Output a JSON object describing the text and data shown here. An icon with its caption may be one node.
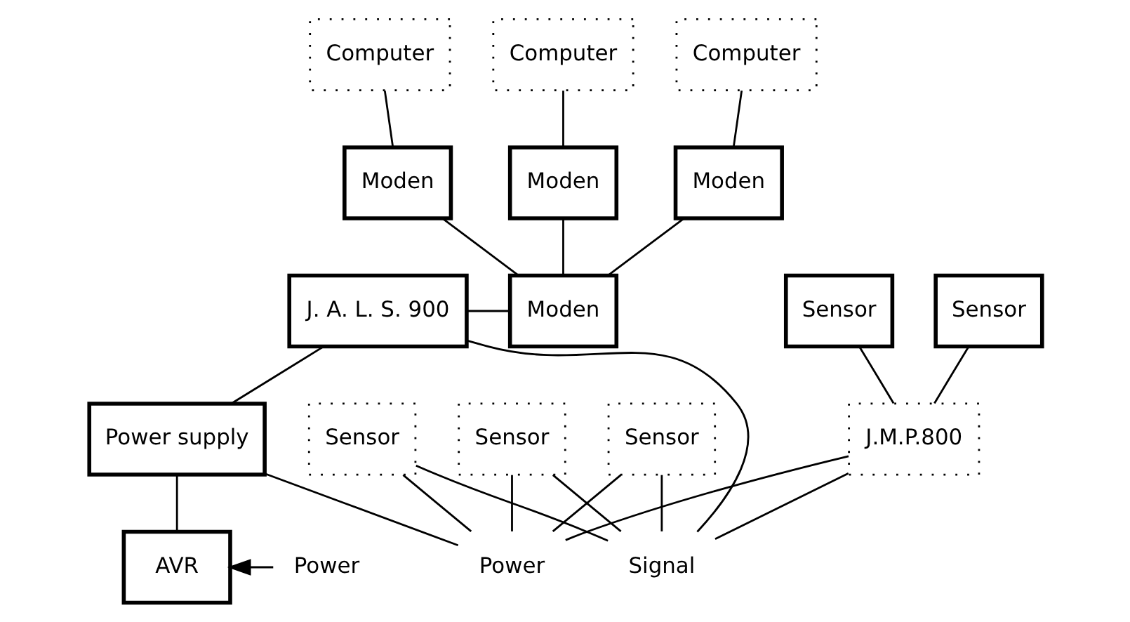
{
  "diagram": {
    "nodes": [
      {
        "text": [
          "Sensor"
        ]
      },
      {
        "text": [
          "Sensor"
        ]
      },
      {
        "text": [
          "Sensor"
        ]
      },
      {
        "text": [
          "Sensor"
        ]
      },
      {
        "text": [
          "Sensor"
        ]
      },
      {
        "text": [
          "J.M.P.800"
        ]
      },
      {
        "text": [
          "Signal"
        ]
      },
      {
        "text": [
          "Power"
        ]
      },
      {
        "text": [
          "Computer"
        ]
      },
      {
        "text": [
          "Moden"
        ]
      },
      {
        "text": [
          "Computer"
        ]
      },
      {
        "text": [
          "Moden"
        ]
      },
      {
        "text": [
          "Computer"
        ]
      },
      {
        "text": [
          "Moden"
        ]
      },
      {
        "text": [
          "Moden"
        ]
      },
      {
        "text": [
          "J. A. L. S. 900"
        ]
      },
      {
        "text": [
          "Power supply"
        ]
      },
      {
        "text": [
          "AVR"
        ]
      },
      {
        "text": [
          "Power"
        ]
      }
    ],
    "edges": [
      {
        "from": 0,
        "to": 5,
        "arrow": "none"
      },
      {
        "from": 1,
        "to": 5,
        "arrow": "none"
      },
      {
        "from": 2,
        "to": 6,
        "arrow": "none"
      },
      {
        "from": 2,
        "to": 7,
        "arrow": "none"
      },
      {
        "from": 3,
        "to": 6,
        "arrow": "none"
      },
      {
        "from": 3,
        "to": 7,
        "arrow": "none"
      },
      {
        "from": 4,
        "to": 6,
        "arrow": "none"
      },
      {
        "from": 4,
        "to": 7,
        "arrow": "none"
      },
      {
        "from": 5,
        "to": 6,
        "arrow": "none"
      },
      {
        "from": 5,
        "to": 7,
        "arrow": "none"
      },
      {
        "from": 8,
        "to": 9,
        "arrow": "none"
      },
      {
        "from": 10,
        "to": 11,
        "arrow": "none"
      },
      {
        "from": 12,
        "to": 13,
        "arrow": "none"
      },
      {
        "from": 9,
        "to": 14,
        "arrow": "none"
      },
      {
        "from": 11,
        "to": 14,
        "arrow": "none"
      },
      {
        "from": 13,
        "to": 14,
        "arrow": "none"
      },
      {
        "from": 14,
        "to": 15,
        "arrow": "none"
      },
      {
        "from": 15,
        "to": 6,
        "arrow": "none"
      },
      {
        "from": 15,
        "to": 16,
        "arrow": "none"
      },
      {
        "from": 16,
        "to": 7,
        "arrow": "none"
      },
      {
        "from": 16,
        "to": 17,
        "arrow": "none"
      },
      {
        "from": 18,
        "to": 17,
        "arrow": "to"
      }
    ]
  }
}
